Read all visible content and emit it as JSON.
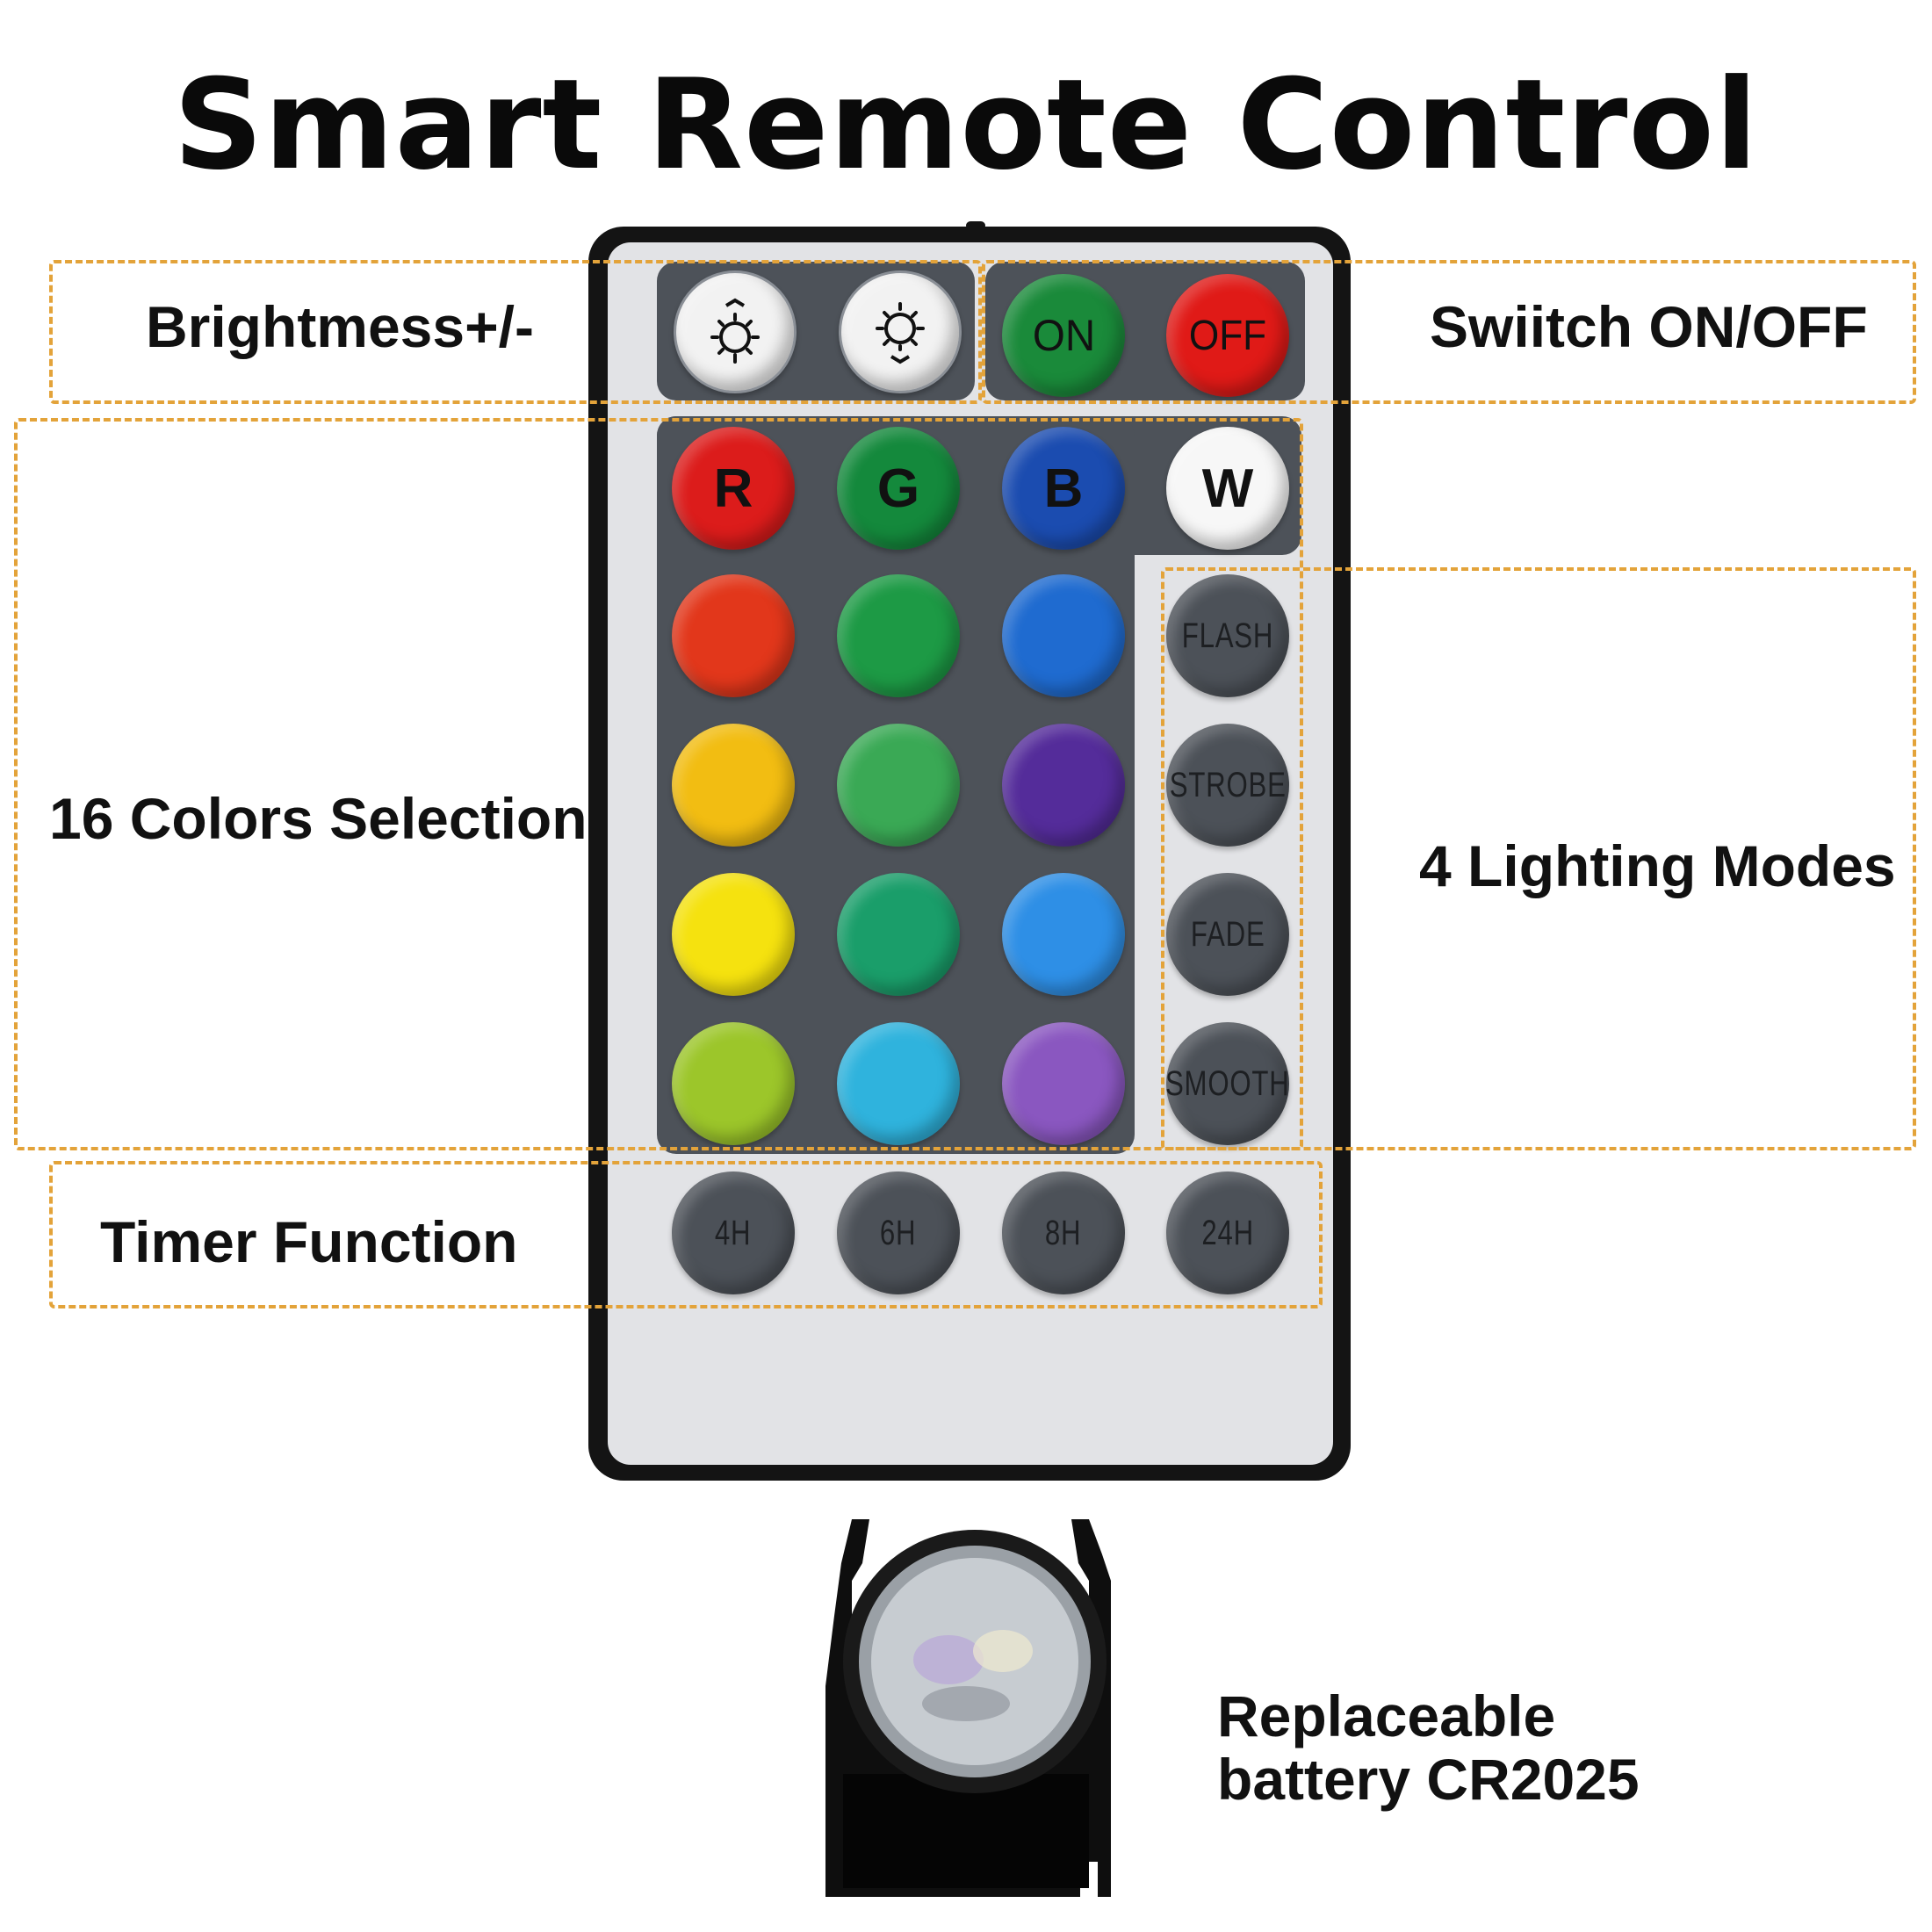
{
  "title": "Smart Remote Control",
  "labels": {
    "brightness": "Brightmess+/-",
    "switch": "Swiitch ON/OFF",
    "colors": "16 Colors Selection",
    "modes": "4 Lighting Modes",
    "timer": "Timer Function",
    "battery_line1": "Replaceable",
    "battery_line2": "battery CR2025"
  },
  "remote": {
    "brightness_buttons": [
      {
        "icon": "brightness-up-icon"
      },
      {
        "icon": "brightness-down-icon"
      }
    ],
    "power_buttons": [
      {
        "label": "ON",
        "color": "#1a8a3a"
      },
      {
        "label": "OFF",
        "color": "#e01a17"
      }
    ],
    "rgbw_buttons": [
      {
        "label": "R",
        "color": "#dc1c1b"
      },
      {
        "label": "G",
        "color": "#14893c"
      },
      {
        "label": "B",
        "color": "#1b4cb0"
      },
      {
        "label": "W",
        "color": "#f7f7f7"
      }
    ],
    "color_rows": [
      [
        "#e2371b",
        "#1d9a45",
        "#1f6bd0"
      ],
      [
        "#f2bd12",
        "#3aa955",
        "#542c9a"
      ],
      [
        "#f5e20f",
        "#1a9e6a",
        "#2e8fe6"
      ],
      [
        "#9cc62a",
        "#2fb3dd",
        "#8a57c0"
      ]
    ],
    "mode_buttons": [
      "FLASH",
      "STROBE",
      "FADE",
      "SMOOTH"
    ],
    "timer_buttons": [
      "4H",
      "6H",
      "8H",
      "24H"
    ]
  }
}
